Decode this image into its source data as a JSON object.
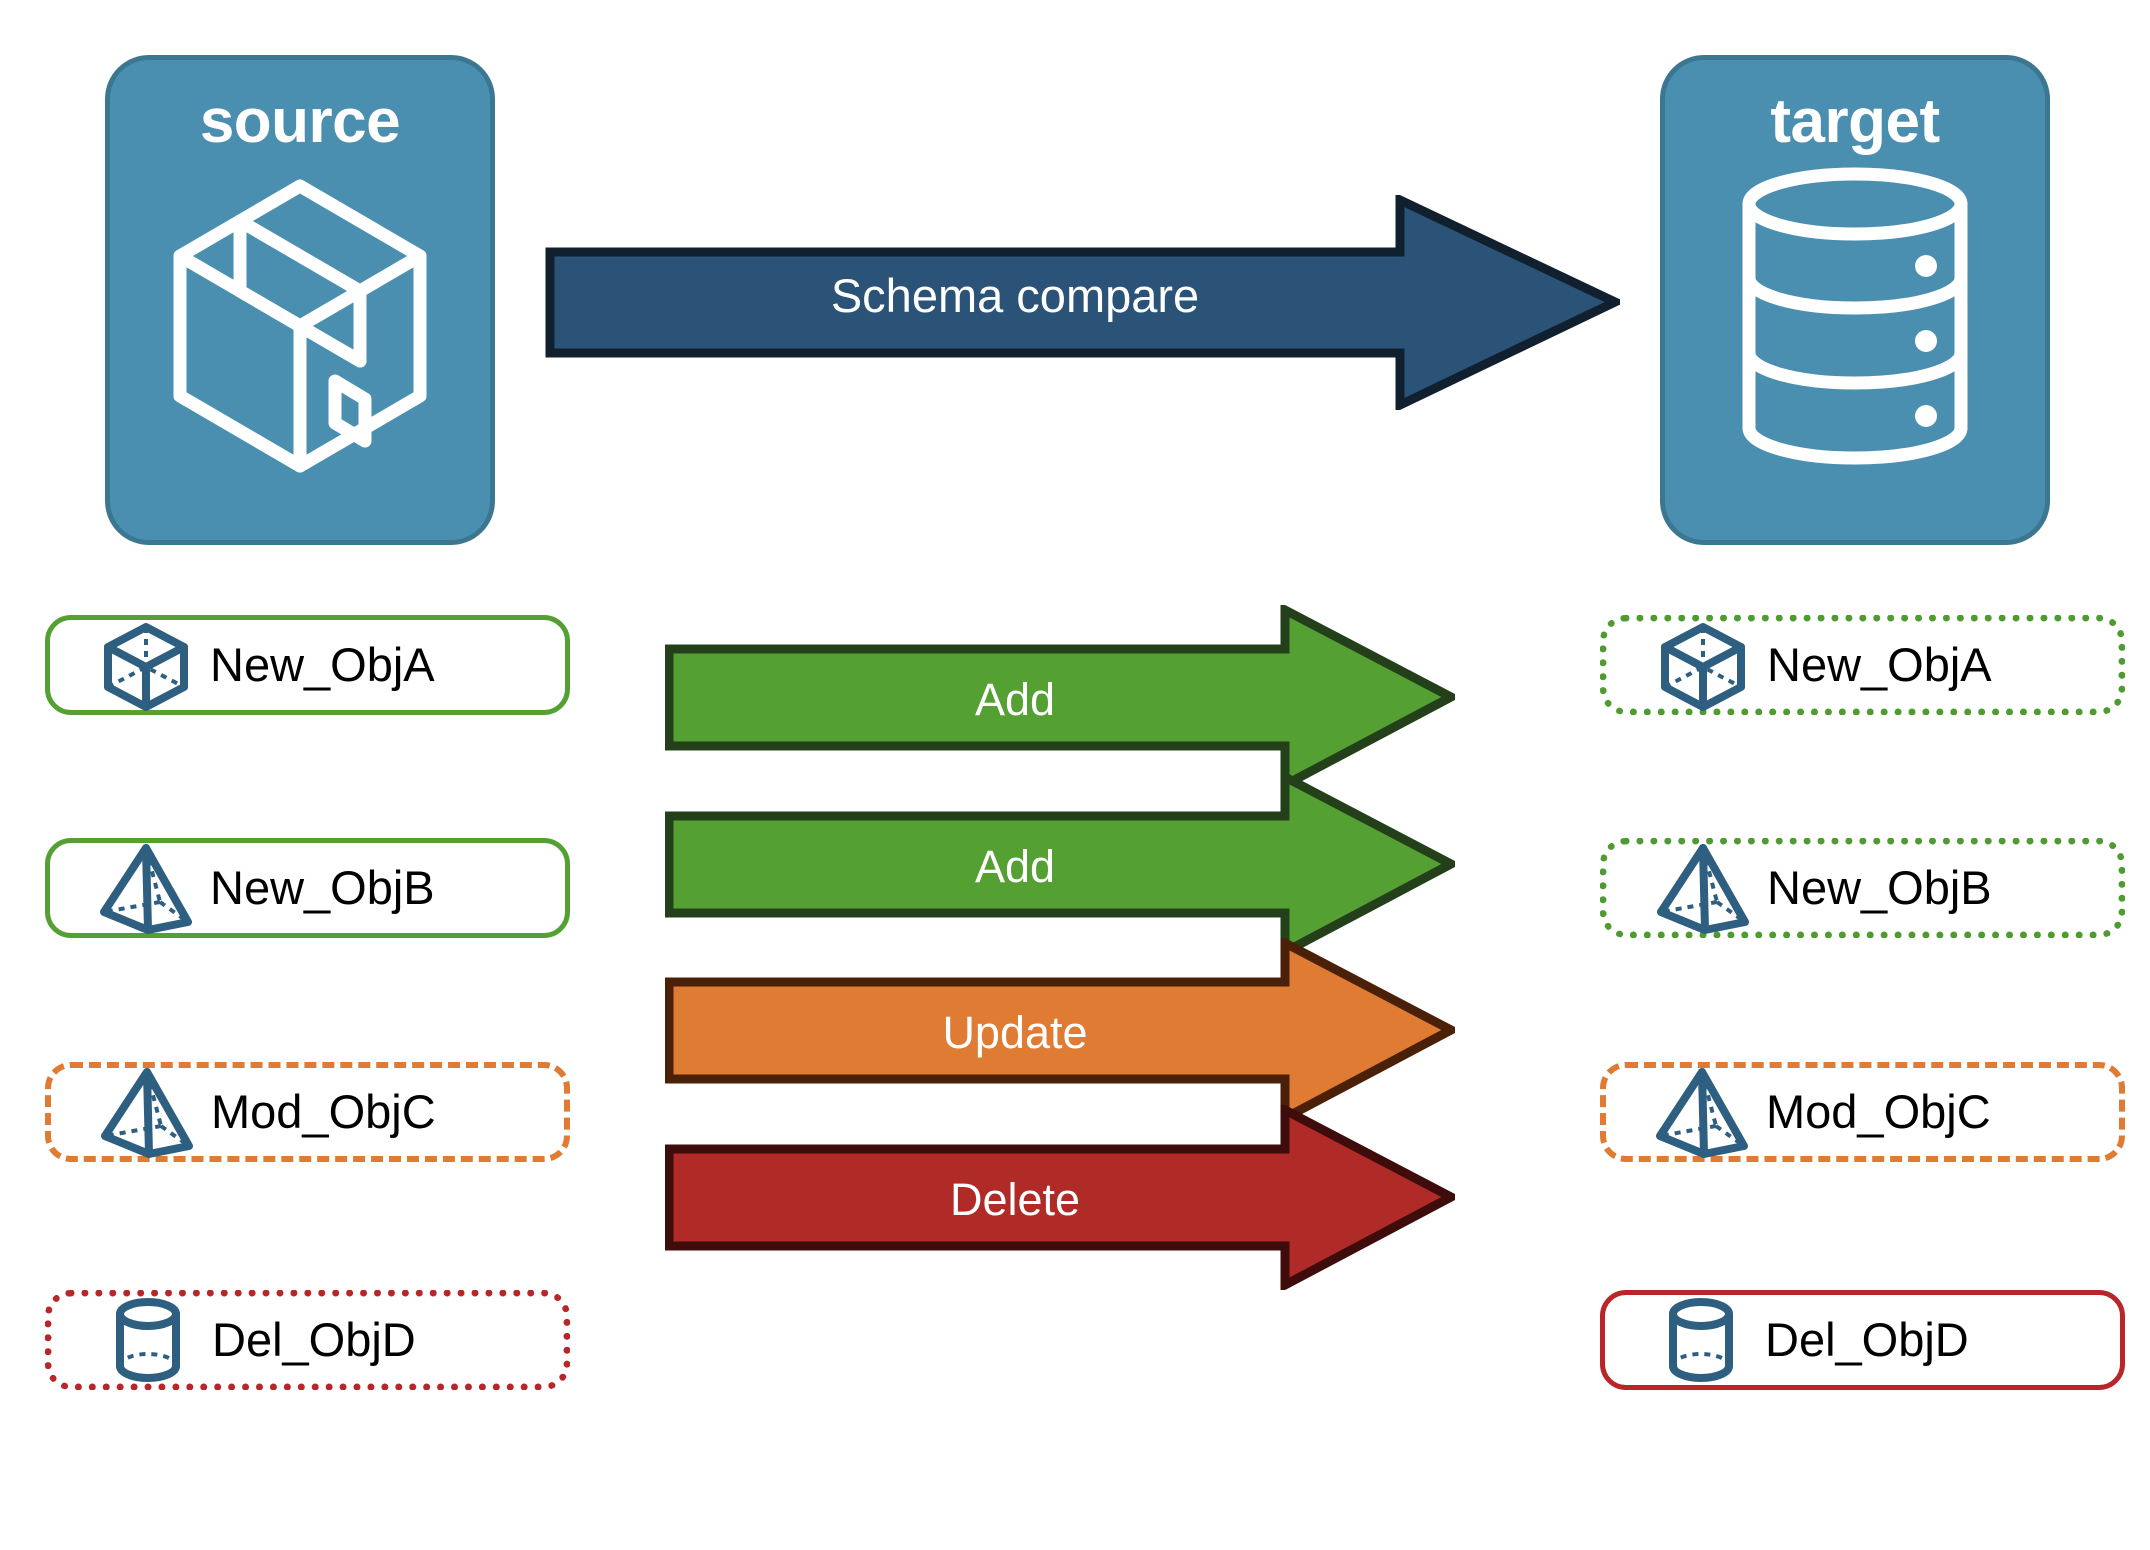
{
  "diagram": {
    "title_source": "source",
    "title_target": "target",
    "main_arrow_label": "Schema compare",
    "colors": {
      "endpoint_fill": "#4A8FAF",
      "endpoint_stroke": "#3B7791",
      "main_arrow_fill": "#2A5377",
      "main_arrow_stroke": "#10202E",
      "icon_blue": "#2E5F81",
      "add_fill": "#54A033",
      "add_stroke": "#23401A",
      "update_fill": "#DF7B33",
      "update_stroke": "#4A2008",
      "delete_fill": "#B02A28",
      "delete_stroke": "#3D0C0B",
      "green": "#54A033",
      "orange": "#DF7B33",
      "red": "#B9262A",
      "text": "#000000",
      "white": "#FFFFFF"
    },
    "endpoints": {
      "source_icon": "package-box-icon",
      "target_icon": "database-cylinder-icon"
    },
    "rows": [
      {
        "source_label": "New_ObjA",
        "target_label": "New_ObjA",
        "action": "Add",
        "icon": "wireframe-cube-icon",
        "source_border": "solid-green",
        "target_border": "dotted-green",
        "arrow_color": "green"
      },
      {
        "source_label": "New_ObjB",
        "target_label": "New_ObjB",
        "action": "Add",
        "icon": "wireframe-pyramid-icon",
        "source_border": "solid-green",
        "target_border": "dotted-green",
        "arrow_color": "green"
      },
      {
        "source_label": "Mod_ObjC",
        "target_label": "Mod_ObjC",
        "action": "Update",
        "icon": "wireframe-pyramid-icon",
        "source_border": "dashed-orange",
        "target_border": "dashed-orange",
        "arrow_color": "orange"
      },
      {
        "source_label": "Del_ObjD",
        "target_label": "Del_ObjD",
        "action": "Delete",
        "icon": "wireframe-cylinder-icon",
        "source_border": "dotted-red",
        "target_border": "solid-red",
        "arrow_color": "red"
      }
    ]
  }
}
